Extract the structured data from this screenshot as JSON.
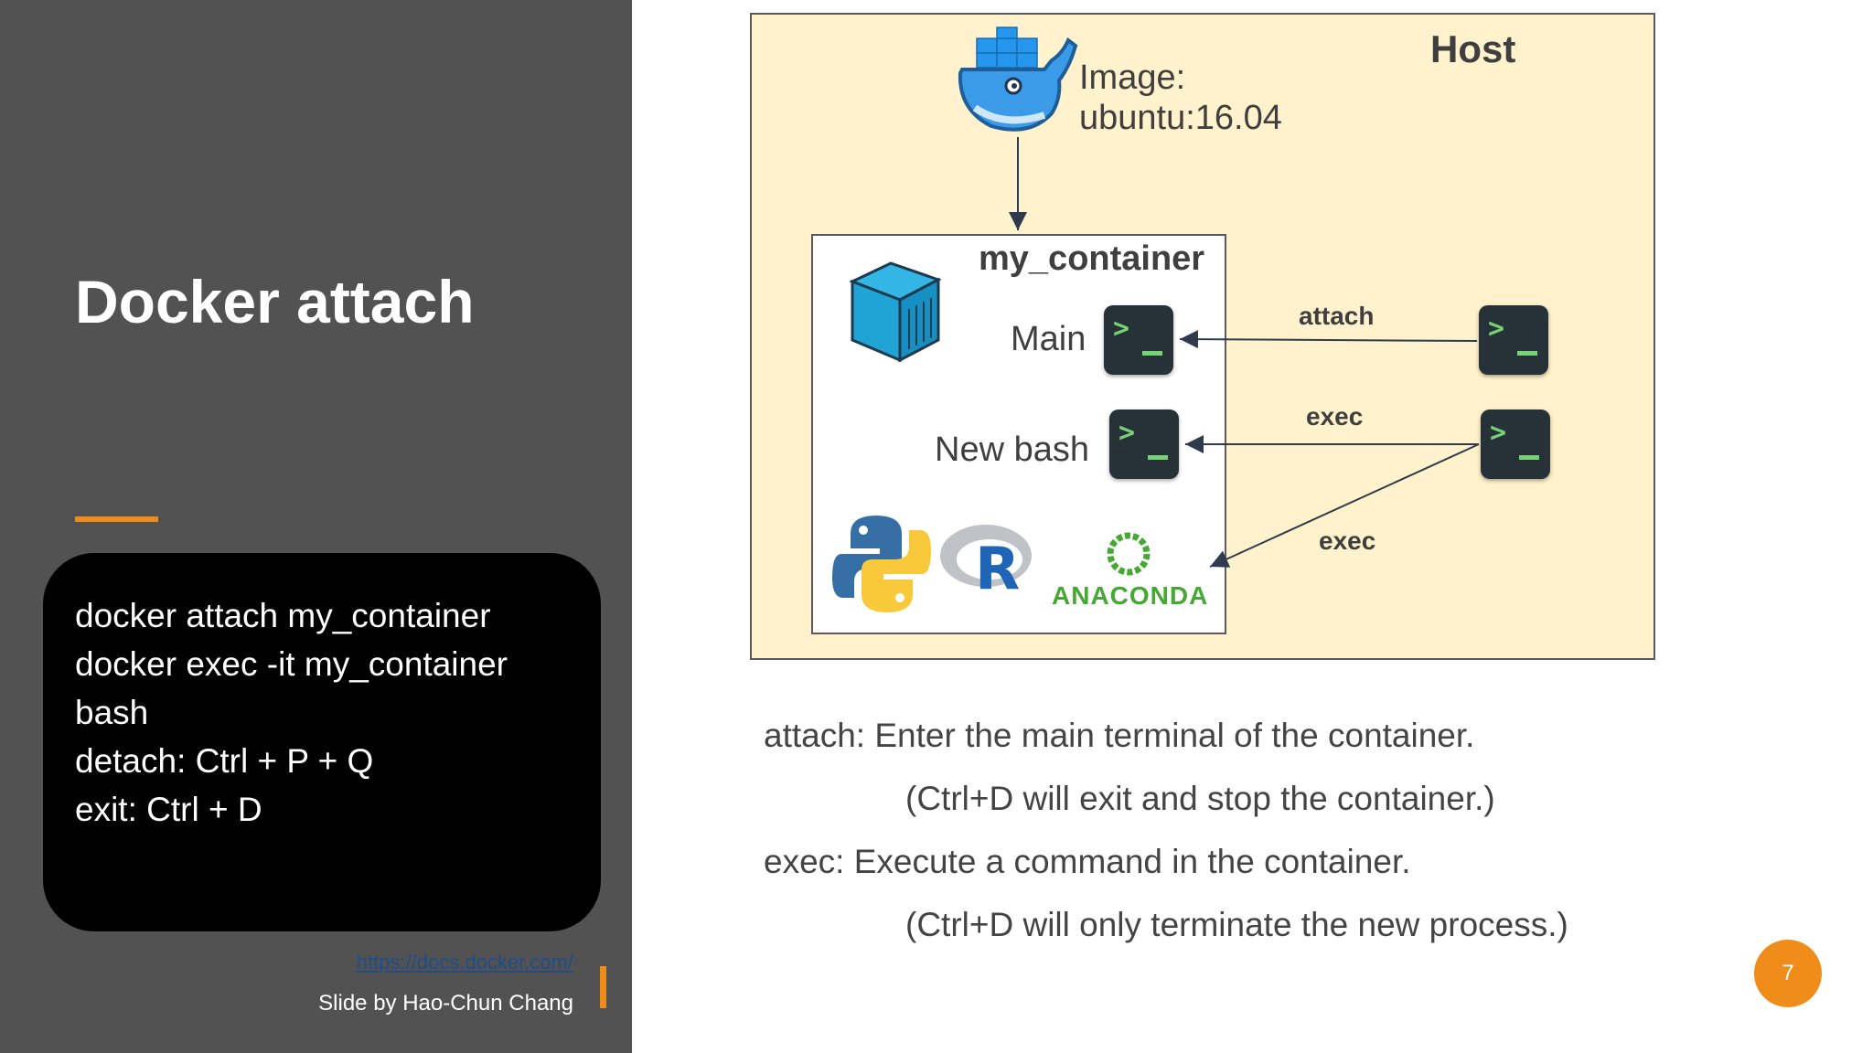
{
  "slide": {
    "title": "Docker attach",
    "accent_color": "#f08c1a",
    "sidebar_color": "#525252",
    "page_number": "7"
  },
  "commands": [
    "docker attach my_container",
    "docker exec -it my_container",
    "bash",
    "detach: Ctrl + P + Q",
    "exit: Ctrl + D"
  ],
  "footer": {
    "link": "https://docs.docker.com/",
    "credit": "Slide by Hao-Chun Chang"
  },
  "diagram": {
    "host_label": "Host",
    "image_label_line1": "Image:",
    "image_label_line2": "ubuntu:16.04",
    "container_label": "my_container",
    "main_label": "Main",
    "new_bash_label": "New bash",
    "arrow_attach": "attach",
    "arrow_exec_1": "exec",
    "arrow_exec_2": "exec",
    "anaconda_label": "ANACONDA",
    "r_logo_letter": "R",
    "host_bg": "#fff2cc",
    "icons": [
      "docker-whale-icon",
      "container-cube-icon",
      "terminal-icon",
      "python-logo-icon",
      "r-logo-icon",
      "anaconda-logo-icon"
    ]
  },
  "description": {
    "attach_line": "attach: Enter the main terminal of the container.",
    "attach_note": "(Ctrl+D will exit and stop the container.)",
    "exec_line": "exec: Execute a command in the container.",
    "exec_note": "(Ctrl+D will only terminate the new process.)"
  }
}
